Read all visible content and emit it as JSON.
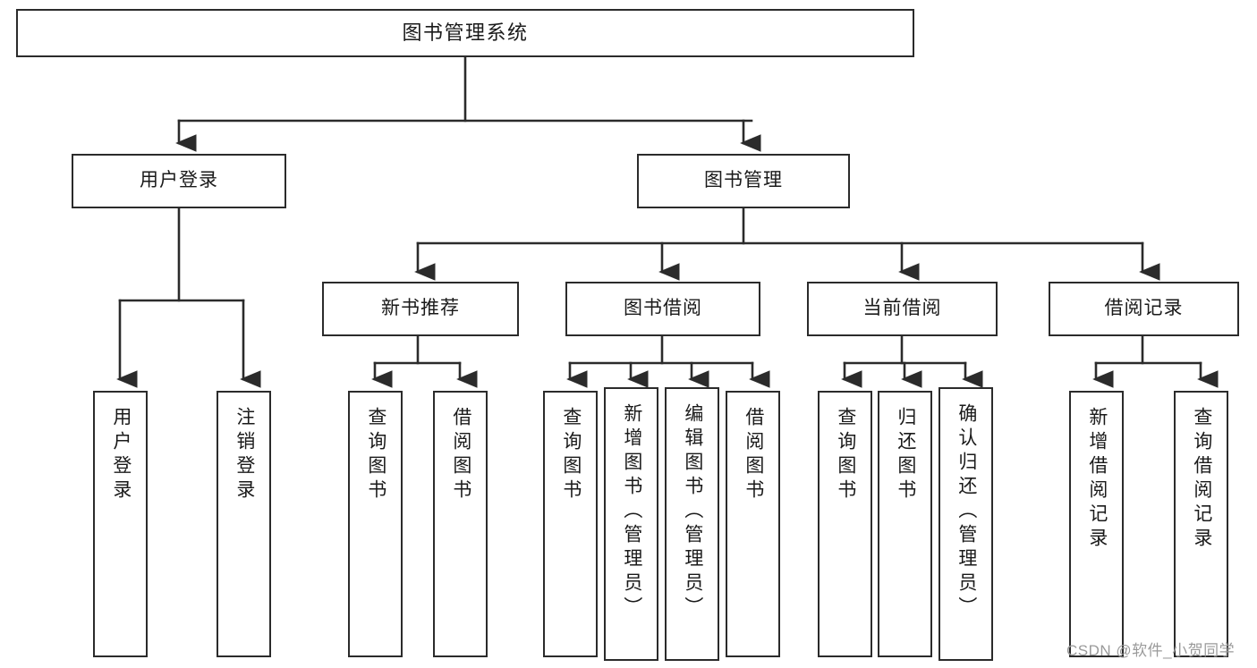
{
  "diagram": {
    "title": "图书管理系统",
    "type": "hierarchy-tree",
    "root": {
      "id": "root",
      "label": "图书管理系统",
      "orientation": "horizontal"
    },
    "level1": [
      {
        "id": "user-login",
        "label": "用户登录",
        "orientation": "horizontal"
      },
      {
        "id": "book-manage",
        "label": "图书管理",
        "orientation": "horizontal"
      }
    ],
    "level2": [
      {
        "id": "new-book-recommend",
        "label": "新书推荐",
        "orientation": "horizontal",
        "parent": "book-manage"
      },
      {
        "id": "book-borrow",
        "label": "图书借阅",
        "orientation": "horizontal",
        "parent": "book-manage"
      },
      {
        "id": "current-borrow",
        "label": "当前借阅",
        "orientation": "horizontal",
        "parent": "book-manage"
      },
      {
        "id": "borrow-record",
        "label": "借阅记录",
        "orientation": "horizontal",
        "parent": "book-manage"
      }
    ],
    "leaves": [
      {
        "id": "leaf-user-login",
        "label": "用户登录",
        "orientation": "vertical",
        "parent": "user-login"
      },
      {
        "id": "leaf-user-logout",
        "label": "注销登录",
        "orientation": "vertical",
        "parent": "user-login"
      },
      {
        "id": "leaf-query-book-1",
        "label": "查询图书",
        "orientation": "vertical",
        "parent": "new-book-recommend"
      },
      {
        "id": "leaf-borrow-book-1",
        "label": "借阅图书",
        "orientation": "vertical",
        "parent": "new-book-recommend"
      },
      {
        "id": "leaf-query-book-2",
        "label": "查询图书",
        "orientation": "vertical",
        "parent": "book-borrow"
      },
      {
        "id": "leaf-add-book",
        "label": "新增图书（管理员）",
        "orientation": "vertical",
        "parent": "book-borrow"
      },
      {
        "id": "leaf-edit-book",
        "label": "编辑图书（管理员）",
        "orientation": "vertical",
        "parent": "book-borrow"
      },
      {
        "id": "leaf-borrow-book-2",
        "label": "借阅图书",
        "orientation": "vertical",
        "parent": "book-borrow"
      },
      {
        "id": "leaf-query-book-3",
        "label": "查询图书",
        "orientation": "vertical",
        "parent": "current-borrow"
      },
      {
        "id": "leaf-return-book",
        "label": "归还图书",
        "orientation": "vertical",
        "parent": "current-borrow"
      },
      {
        "id": "leaf-confirm-return",
        "label": "确认归还（管理员）",
        "orientation": "vertical",
        "parent": "current-borrow"
      },
      {
        "id": "leaf-add-record",
        "label": "新增借阅记录",
        "orientation": "vertical",
        "parent": "borrow-record"
      },
      {
        "id": "leaf-query-record",
        "label": "查询借阅记录",
        "orientation": "vertical",
        "parent": "borrow-record"
      }
    ],
    "colors": {
      "box_border": "#2b2b2b",
      "box_fill": "#ffffff",
      "edge": "#2b2b2b",
      "text": "#1a1a1a",
      "watermark": "#9a9a9a"
    }
  },
  "watermark": {
    "text": "CSDN @软件_小贺同学"
  }
}
